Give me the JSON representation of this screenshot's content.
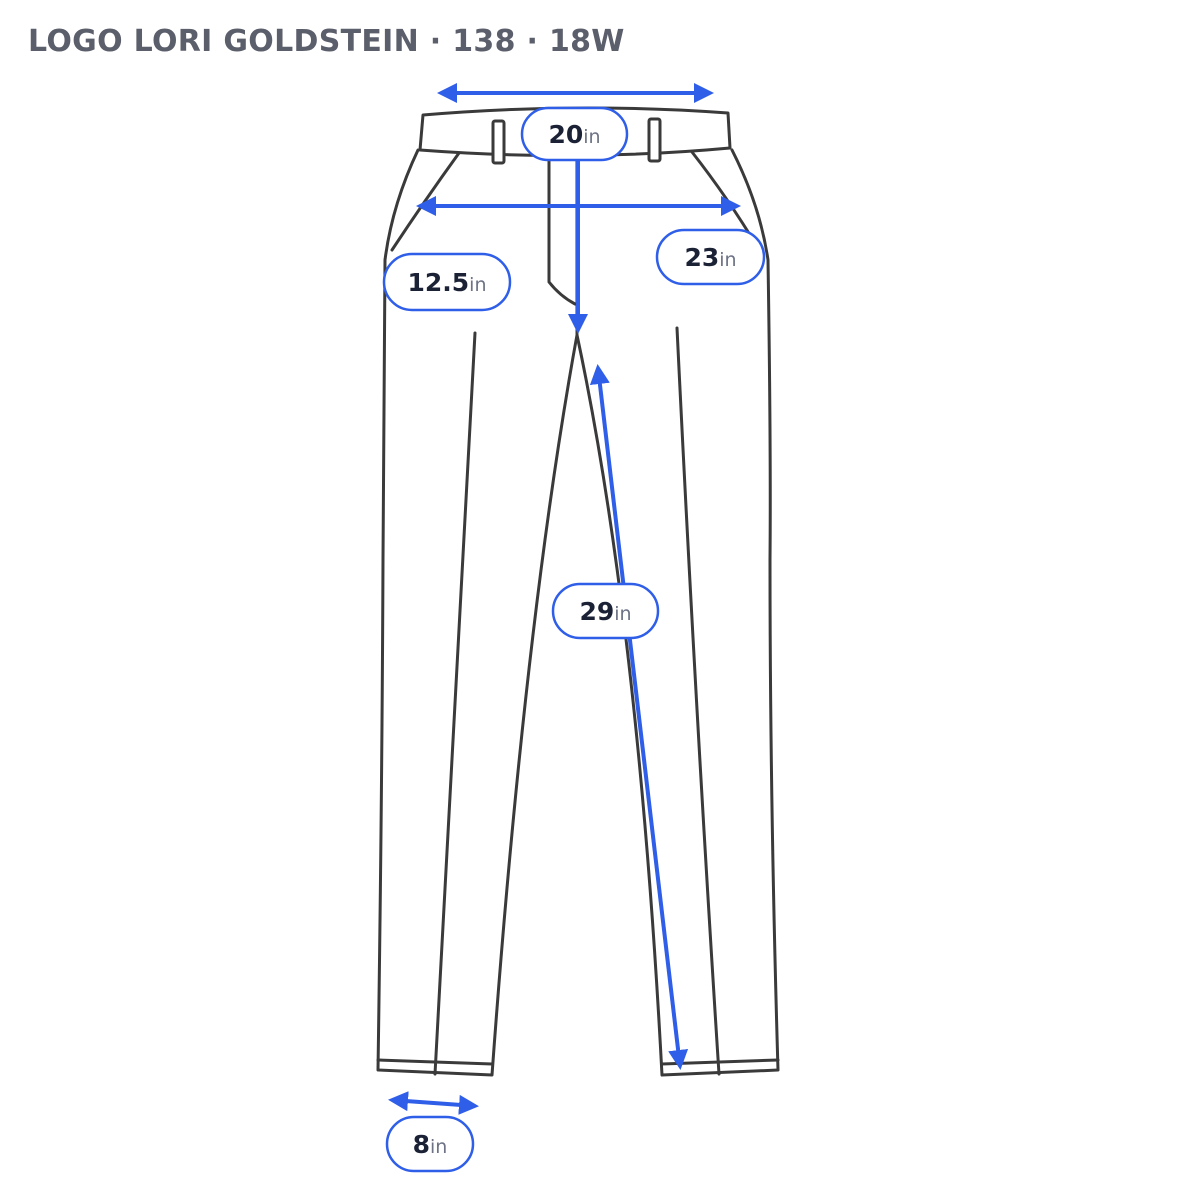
{
  "header": {
    "title": "LOGO LORI GOLDSTEIN · 138 · 18W"
  },
  "measurements": {
    "waist": {
      "value": "20",
      "unit": "in"
    },
    "hip": {
      "value": "23",
      "unit": "in"
    },
    "rise": {
      "value": "12.5",
      "unit": "in"
    },
    "inseam": {
      "value": "29",
      "unit": "in"
    },
    "leg_opening": {
      "value": "8",
      "unit": "in"
    }
  },
  "colors": {
    "accent": "#2f5ee8",
    "outline": "#3a3a3a",
    "title": "#5b5e6b"
  },
  "icons": {
    "garment": "pants-outline"
  }
}
